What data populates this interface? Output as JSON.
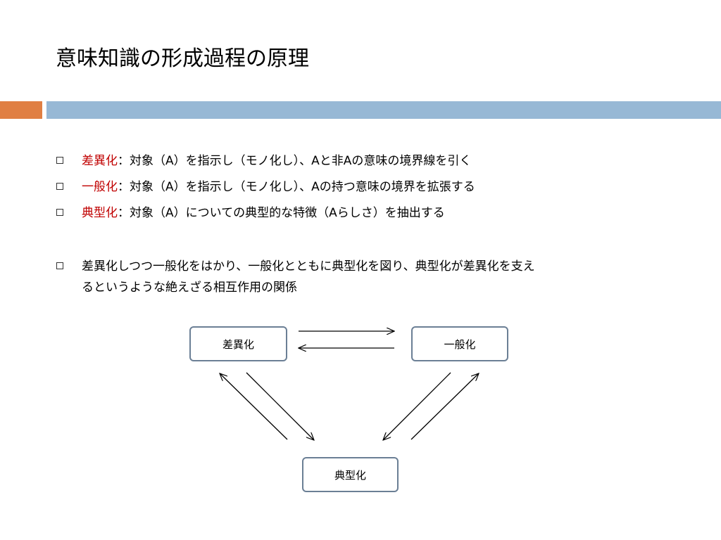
{
  "slide": {
    "title": "意味知識の形成過程の原理"
  },
  "bullets": [
    {
      "term": "差異化",
      "separator": "：",
      "text": "対象（A）を指示し（モノ化し）、Aと非Aの意味の境界線を引く"
    },
    {
      "term": "一般化",
      "separator": "：",
      "text": "対象（A）を指示し（モノ化し）、Aの持つ意味の境界を拡張する"
    },
    {
      "term": "典型化",
      "separator": "：",
      "text": "対象（A）についての典型的な特徴（Aらしさ）を抽出する"
    }
  ],
  "paragraph": {
    "line1": "差異化しつつ一般化をはかり、一般化とともに典型化を図り、典型化が差異化を支え",
    "line2": "るというような絶えざる相互作用の関係"
  },
  "diagram": {
    "nodes": {
      "differentiation": "差異化",
      "generalization": "一般化",
      "typification": "典型化"
    }
  },
  "colors": {
    "accent_orange": "#e07f43",
    "accent_blue": "#97b8d5",
    "term_red": "#c00000",
    "node_border": "#6b7f95"
  }
}
